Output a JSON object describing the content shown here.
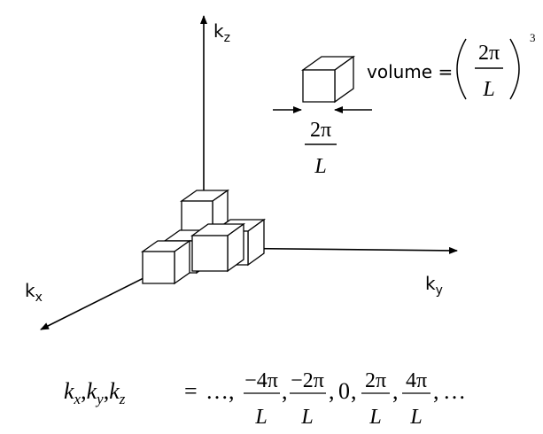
{
  "axes": {
    "kz": {
      "base": "k",
      "sub": "z"
    },
    "ky": {
      "base": "k",
      "sub": "y"
    },
    "kx": {
      "base": "k",
      "sub": "x"
    }
  },
  "volume_label": {
    "text": "volume =",
    "numerator": "2π",
    "denominator": "L",
    "exponent": "3"
  },
  "cube_width": {
    "numerator": "2π",
    "denominator": "L"
  },
  "equation": {
    "lhs": {
      "k1": "k",
      "s1": "x",
      "k2": "k",
      "s2": "y",
      "k3": "k",
      "s3": "z"
    },
    "equals": "=",
    "lead_dots": "…,",
    "terms": [
      {
        "num": "−4π",
        "den": "L"
      },
      {
        "num": "−2π",
        "den": "L"
      },
      {
        "zero": "0"
      },
      {
        "num": "2π",
        "den": "L"
      },
      {
        "num": "4π",
        "den": "L"
      }
    ],
    "trail_dots": "…"
  },
  "colors": {
    "stroke": "#000000",
    "cube_fill": "#ffffff"
  }
}
